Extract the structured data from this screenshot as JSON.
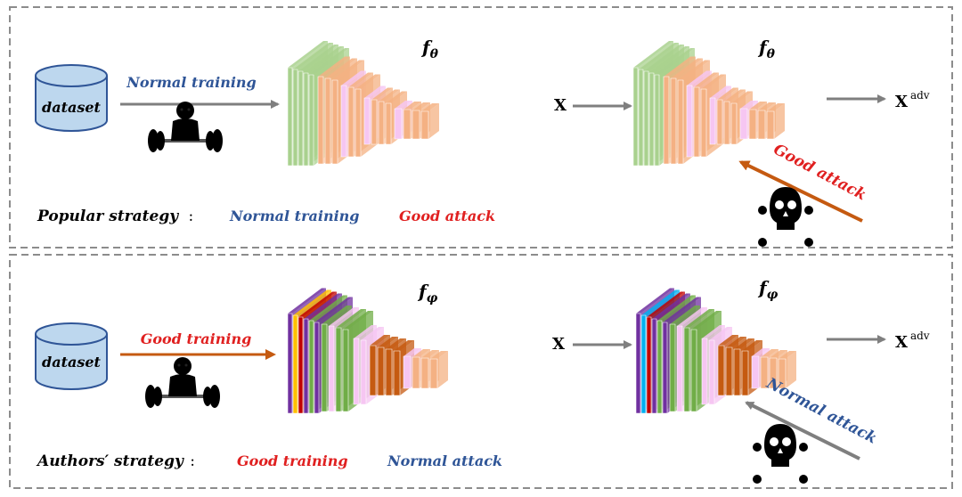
{
  "panels": {
    "top": {
      "dataset_label": "dataset",
      "training_label": "Normal training",
      "model_label_base": "f",
      "model_label_sub": "θ",
      "input_label": "X",
      "output_label_base": "X",
      "output_label_sup": "adv",
      "attack_label": "Good attack",
      "strategy_title": "Popular strategy",
      "strategy_sep": ":",
      "strategy_training": "Normal training",
      "strategy_attack": "Good attack"
    },
    "bottom": {
      "dataset_label": "dataset",
      "training_label": "Good training",
      "model_label_base": "f",
      "model_label_sub": "φ",
      "input_label": "X",
      "output_label_base": "X",
      "output_label_sup": "adv",
      "attack_label": "Normal attack",
      "strategy_title": "Authors′ strategy",
      "strategy_sep": ":",
      "strategy_training": "Good training",
      "strategy_attack": "Normal attack"
    }
  },
  "colors": {
    "blue_text": "#2f5597",
    "red_text": "#e02020",
    "orange_arrow": "#c55a11",
    "gray_arrow": "#7f7f7f",
    "green_layer": "#a9d18e",
    "bright_green_layer": "#70ad47",
    "peach_layer": "#f4b183",
    "pink_layer": "#f6c6f2",
    "brown_layer": "#c55a11",
    "purple_layer": "#7030a0",
    "red_layer": "#c00000",
    "gold_layer": "#ffc000",
    "cyan_layer": "#00b0f0",
    "cylinder_fill": "#bdd7ee"
  },
  "icons": {
    "top_lifter": "weightlifter-icon",
    "bottom_lifter": "weightlifter-icon",
    "top_skull": "skull-crossbones-icon",
    "bottom_skull": "skull-crossbones-icon"
  }
}
